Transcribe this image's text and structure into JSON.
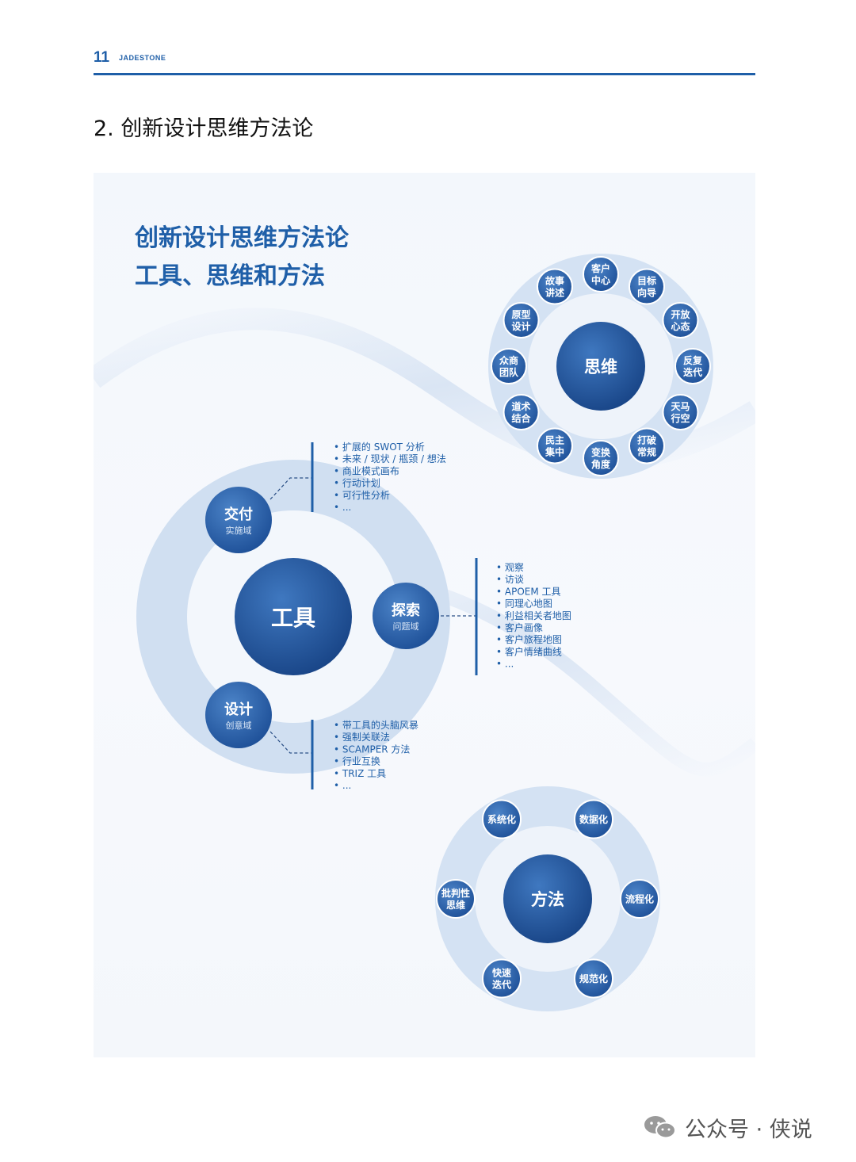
{
  "header": {
    "page_number": "11",
    "brand": "JADESTONE"
  },
  "section_title": "2.  创新设计思维方法论",
  "poster": {
    "title_line1": "创新设计思维方法论",
    "title_line2": "工具、思维和方法"
  },
  "thinking": {
    "center": "思维",
    "items": [
      [
        "客户",
        "中心"
      ],
      [
        "目标",
        "向导"
      ],
      [
        "开放",
        "心态"
      ],
      [
        "反复",
        "迭代"
      ],
      [
        "天马",
        "行空"
      ],
      [
        "打破",
        "常规"
      ],
      [
        "变换",
        "角度"
      ],
      [
        "民主",
        "集中"
      ],
      [
        "道术",
        "结合"
      ],
      [
        "众商",
        "团队"
      ],
      [
        "原型",
        "设计"
      ],
      [
        "故事",
        "讲述"
      ]
    ]
  },
  "tools": {
    "center": "工具",
    "deliver": {
      "title": "交付",
      "sub": "实施域"
    },
    "explore": {
      "title": "探索",
      "sub": "问题域"
    },
    "design": {
      "title": "设计",
      "sub": "创意域"
    },
    "deliver_list": [
      "扩展的 SWOT 分析",
      "未来 / 现状 / 瓶颈 / 想法",
      "商业模式画布",
      "行动计划",
      "可行性分析",
      "..."
    ],
    "explore_list": [
      "观察",
      "访谈",
      "APOEM 工具",
      "同理心地图",
      "利益相关者地图",
      "客户画像",
      "客户旅程地图",
      "客户情绪曲线",
      "..."
    ],
    "design_list": [
      "带工具的头脑风暴",
      "强制关联法",
      "SCAMPER 方法",
      "行业互换",
      "TRIZ 工具",
      "..."
    ]
  },
  "methods": {
    "center": "方法",
    "items": [
      [
        "数据化"
      ],
      [
        "流程化"
      ],
      [
        "规范化"
      ],
      [
        "快速",
        "迭代"
      ],
      [
        "批判性",
        "思维"
      ],
      [
        "系统化"
      ]
    ]
  },
  "watermark": "公众号 · 侠说",
  "colors": {
    "accent": "#1f5fa8",
    "node": "#2a62ac",
    "ring": "#c7d8ee"
  }
}
